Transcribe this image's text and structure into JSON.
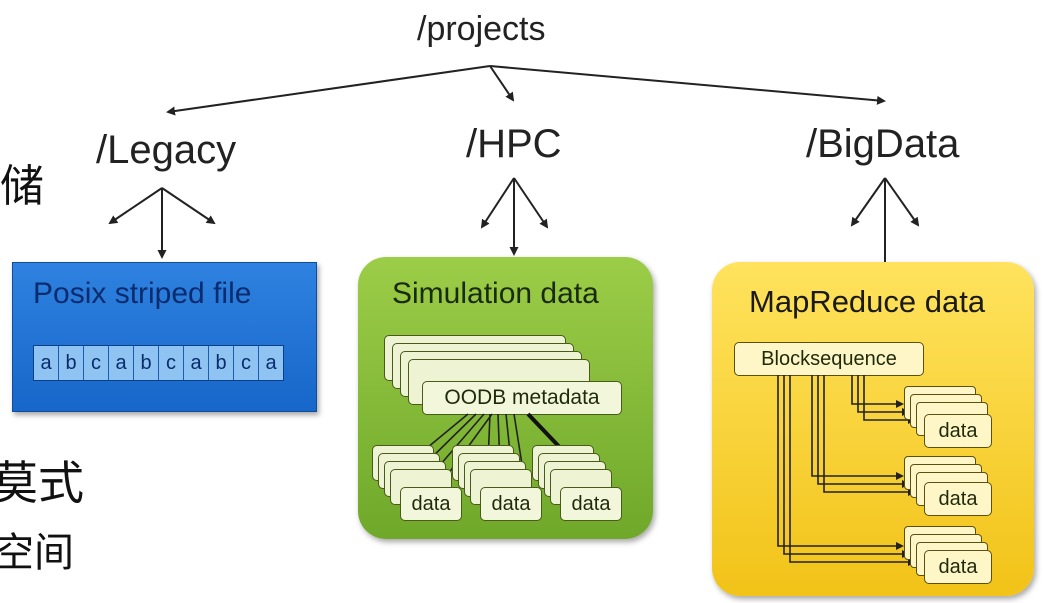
{
  "root": "/projects",
  "branches": {
    "legacy": "/Legacy",
    "hpc": "/HPC",
    "bigdata": "/BigData"
  },
  "legacy_box": {
    "title": "Posix striped file",
    "stripes": [
      "a",
      "b",
      "c",
      "a",
      "b",
      "c",
      "a",
      "b",
      "c",
      "a"
    ]
  },
  "hpc_box": {
    "title": "Simulation data",
    "metadata_label": "OODB metadata",
    "data_labels": [
      "data",
      "data",
      "data"
    ]
  },
  "bigdata_box": {
    "title": "MapReduce data",
    "sequence_label": "Blocksequence",
    "data_labels": [
      "data",
      "data",
      "data"
    ]
  },
  "side_text": {
    "top_fragment": "储",
    "mid_fragment": "莫式",
    "bottom_fragment": "空间"
  },
  "colors": {
    "legacy_blue": "#1f72d8",
    "hpc_green": "#8cc13c",
    "bigdata_yellow": "#f7d02c"
  }
}
